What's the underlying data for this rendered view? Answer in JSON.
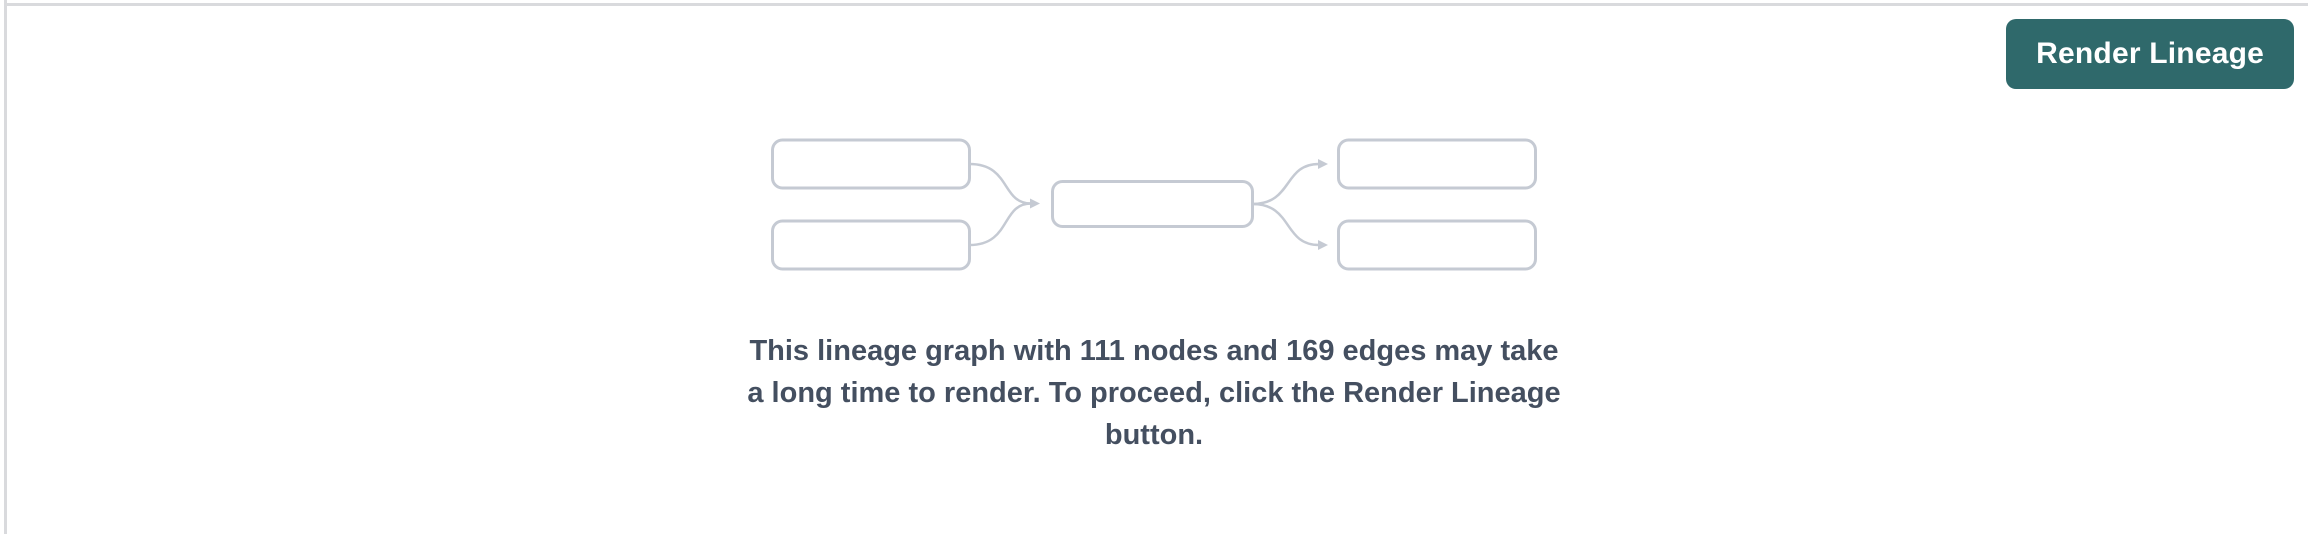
{
  "toolbar": {
    "render_button_label": "Render Lineage"
  },
  "empty_state": {
    "illustration": "lineage-graph-placeholder",
    "node_count": 111,
    "edge_count": 169,
    "message": "This lineage graph with 111 nodes and 169 edges may take a long time to render. To proceed, click the Render Lineage button.",
    "message_lines": [
      "This lineage graph with 111 nodes and 169 edges may take",
      "a long time to render. To proceed, click the Render Lineage",
      "button."
    ]
  },
  "colors": {
    "button_bg": "#2f696b",
    "button_text": "#ffffff",
    "message_text": "#444f60",
    "diagram_stroke": "#c5cad3",
    "divider": "#d9dadd",
    "background": "#ffffff"
  }
}
